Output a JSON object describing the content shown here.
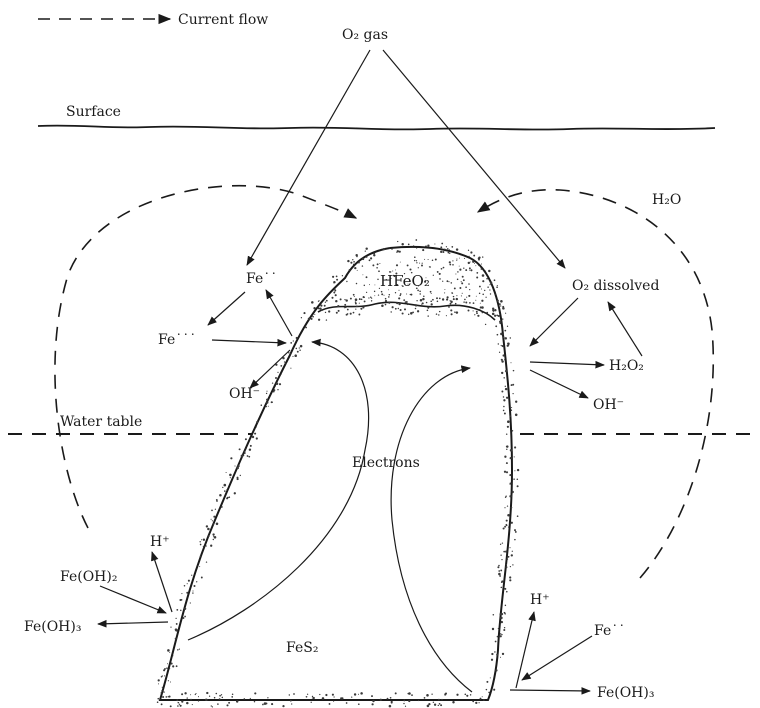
{
  "legend": {
    "label": "Current flow"
  },
  "labels": {
    "o2_gas": "O₂ gas",
    "surface": "Surface",
    "h2o": "H₂O",
    "fe2_left": "Fe˙˙",
    "fe3_left": "Fe˙˙˙",
    "oh_left": "OH⁻",
    "hfeo2": "HFeO₂",
    "o2_dissolved": "O₂ dissolved",
    "h2o2": "H₂O₂",
    "oh_right": "OH⁻",
    "water_table": "Water table",
    "electrons": "Electrons",
    "h_plus_left": "H⁺",
    "feoh2": "Fe(OH)₂",
    "feoh3_left": "Fe(OH)₃",
    "fes2": "FeS₂",
    "h_plus_right": "H⁺",
    "fe2_right": "Fe˙˙",
    "feoh3_right": "Fe(OH)₃"
  },
  "colors": {
    "ink": "#1a1a1a",
    "background": "#ffffff"
  }
}
